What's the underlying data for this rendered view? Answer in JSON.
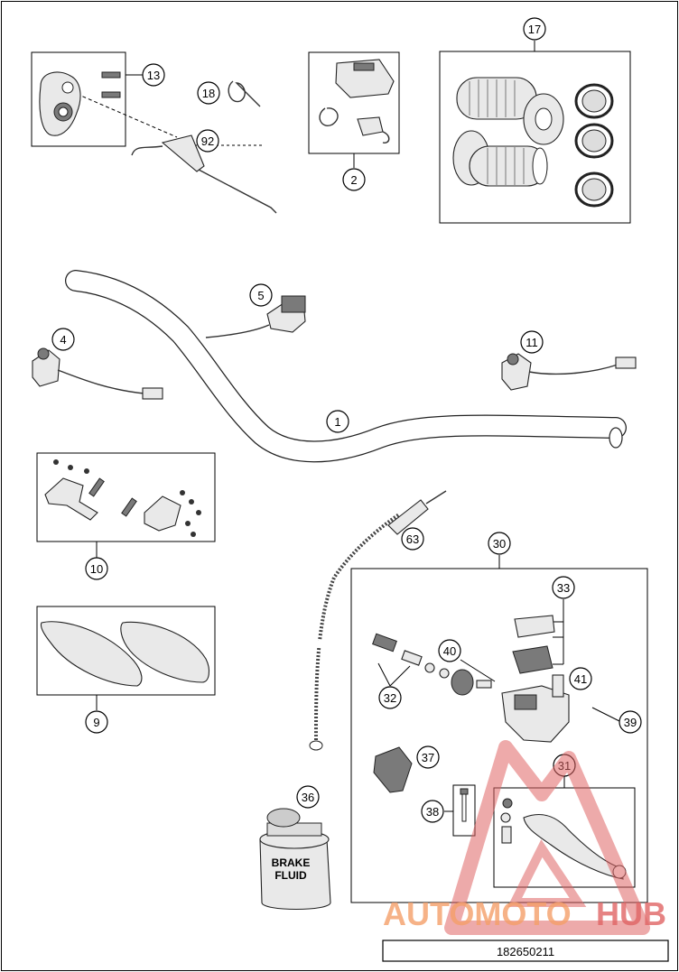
{
  "diagram": {
    "code": "182650211",
    "watermark": {
      "brand_a": "AUTOMOTO",
      "brand_b": "HUB",
      "color_a": "#f5a06a",
      "color_b": "#e06565"
    },
    "callouts": [
      {
        "id": "c13",
        "label": "13"
      },
      {
        "id": "c18",
        "label": "18"
      },
      {
        "id": "c92",
        "label": "92"
      },
      {
        "id": "c2",
        "label": "2"
      },
      {
        "id": "c17",
        "label": "17"
      },
      {
        "id": "c5",
        "label": "5"
      },
      {
        "id": "c4",
        "label": "4"
      },
      {
        "id": "c11",
        "label": "11"
      },
      {
        "id": "c1",
        "label": "1"
      },
      {
        "id": "c10",
        "label": "10"
      },
      {
        "id": "c63",
        "label": "63"
      },
      {
        "id": "c30",
        "label": "30"
      },
      {
        "id": "c33",
        "label": "33"
      },
      {
        "id": "c40",
        "label": "40"
      },
      {
        "id": "c41",
        "label": "41"
      },
      {
        "id": "c32",
        "label": "32"
      },
      {
        "id": "c39",
        "label": "39"
      },
      {
        "id": "c9",
        "label": "9"
      },
      {
        "id": "c37",
        "label": "37"
      },
      {
        "id": "c31",
        "label": "31"
      },
      {
        "id": "c36",
        "label": "36"
      },
      {
        "id": "c38",
        "label": "38"
      }
    ],
    "bottle_label_1": "BRAKE",
    "bottle_label_2": "FLUID"
  }
}
